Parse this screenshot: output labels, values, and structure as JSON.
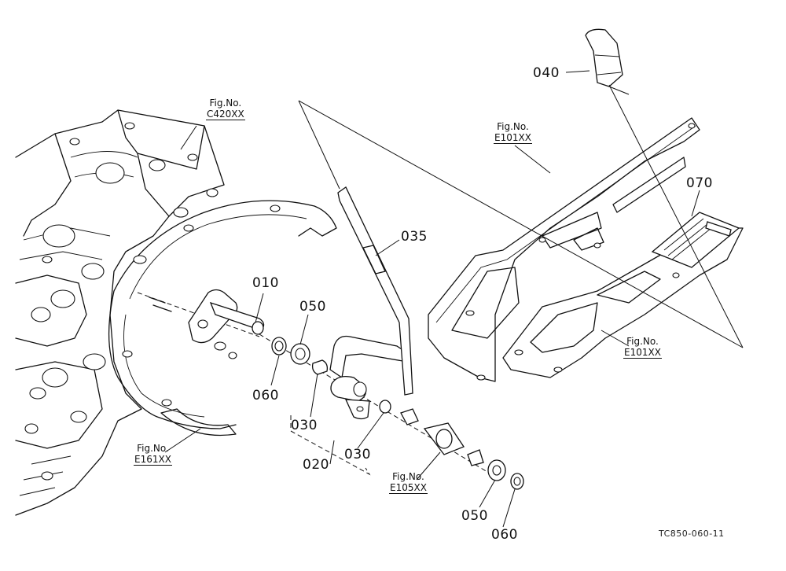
{
  "part_labels": {
    "p010": "010",
    "p020": "020",
    "p030a": "030",
    "p030b": "030",
    "p035": "035",
    "p040": "040",
    "p050a": "050",
    "p050b": "050",
    "p060a": "060",
    "p060b": "060",
    "p070": "070"
  },
  "fig_refs": {
    "c420": {
      "title": "Fig.No.",
      "ref": "C420XX"
    },
    "e101_top": {
      "title": "Fig.No.",
      "ref": "E101XX"
    },
    "e101_bottom": {
      "title": "Fig.No.",
      "ref": "E101XX"
    },
    "e161": {
      "title": "Fig.No.",
      "ref": "E161XX"
    },
    "e105": {
      "title": "Fig.No.",
      "ref": "E105XX"
    }
  },
  "drawing_code": "TC850-060-11"
}
